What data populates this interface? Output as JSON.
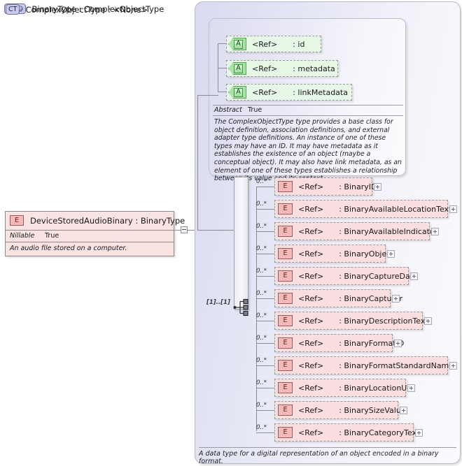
{
  "left_element": {
    "icon": "element-icon",
    "title": "DeviceStoredAudioBinary : BinaryType",
    "property_key": "Nillable",
    "property_value": "True",
    "documentation": "An audio file stored on a computer."
  },
  "outer_panel": {
    "badge": "CT",
    "badge_plus": "+",
    "title": "BinaryType : ComplexObjectType",
    "documentation": "A data type for a digital representation of an object encoded in a binary format."
  },
  "inner_panel": {
    "badge": "CT",
    "title": "ComplexObjectType : <None>",
    "abstract_key": "Abstract",
    "abstract_value": "True",
    "documentation": "The ComplexObjectType type provides a base class for object definition, association definitions, and external adapter type definitions. An instance of one of these types may have an ID. It may have metadata as it establishes the existence of an object (maybe a conceptual object). It may also have link metadata, as an element of one of these types establishes a relationship between its value and its context."
  },
  "attributes": [
    {
      "badge": "A",
      "ref": "<Ref>",
      "name": ": id"
    },
    {
      "badge": "A",
      "ref": "<Ref>",
      "name": ": metadata"
    },
    {
      "badge": "A",
      "ref": "<Ref>",
      "name": ": linkMetadata"
    }
  ],
  "sequence": {
    "occurrence": "[1]..[1]",
    "icon": "sequence-compositor-icon"
  },
  "elements": [
    {
      "badge": "E",
      "occurrence": "0..*",
      "ref": "<Ref>",
      "name": ": BinaryID"
    },
    {
      "badge": "E",
      "occurrence": "0..*",
      "ref": "<Ref>",
      "name": ": BinaryAvailableLocationText"
    },
    {
      "badge": "E",
      "occurrence": "0..*",
      "ref": "<Ref>",
      "name": ": BinaryAvailableIndicator"
    },
    {
      "badge": "E",
      "occurrence": "0..*",
      "ref": "<Ref>",
      "name": ": BinaryObject"
    },
    {
      "badge": "E",
      "occurrence": "0..*",
      "ref": "<Ref>",
      "name": ": BinaryCaptureDate"
    },
    {
      "badge": "E",
      "occurrence": "0..*",
      "ref": "<Ref>",
      "name": ": BinaryCapturer"
    },
    {
      "badge": "E",
      "occurrence": "0..*",
      "ref": "<Ref>",
      "name": ": BinaryDescriptionText"
    },
    {
      "badge": "E",
      "occurrence": "0..*",
      "ref": "<Ref>",
      "name": ": BinaryFormatID"
    },
    {
      "badge": "E",
      "occurrence": "0..*",
      "ref": "<Ref>",
      "name": ": BinaryFormatStandardName"
    },
    {
      "badge": "E",
      "occurrence": "0..*",
      "ref": "<Ref>",
      "name": ": BinaryLocationURI"
    },
    {
      "badge": "E",
      "occurrence": "0..*",
      "ref": "<Ref>",
      "name": ": BinarySizeValue"
    },
    {
      "badge": "E",
      "occurrence": "0..*",
      "ref": "<Ref>",
      "name": ": BinaryCategoryText"
    }
  ],
  "colors": {
    "element_fill": "#fbdede",
    "element_badge": "#f4b9b9",
    "attribute_fill": "#e6f7e6",
    "attribute_badge": "#a8e3a8",
    "panel_gradient_start": "#d9daf0",
    "panel_gradient_end": "#fbfbfe",
    "ct_badge": "#c9caea"
  }
}
